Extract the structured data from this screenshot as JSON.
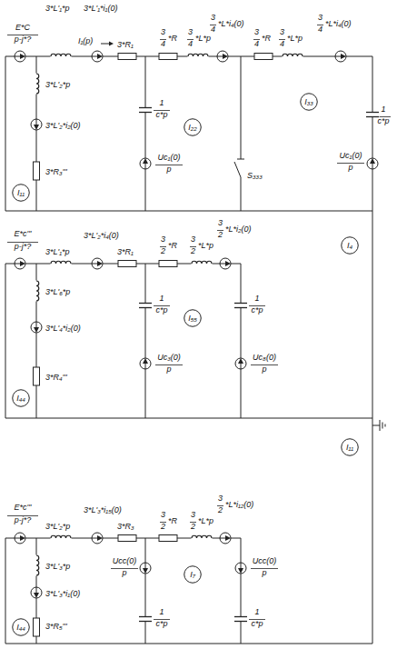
{
  "diagram": {
    "nodes": [
      {
        "text": [
          "I₃₃"
        ]
      },
      {
        "text": [
          "I₂₂"
        ]
      },
      {
        "text": [
          "I₁₁"
        ]
      },
      {
        "text": [
          "I₄"
        ]
      },
      {
        "text": [
          "I₅₅"
        ]
      },
      {
        "text": [
          "I₄₄"
        ]
      },
      {
        "text": [
          "I₁₁"
        ]
      },
      {
        "text": [
          "I₇"
        ]
      },
      {
        "text": [
          "I₄₄"
        ]
      }
    ],
    "labels": [
      "E*C",
      "p-j*?",
      "3*L'₁*p",
      "3*L'₁*i₁(0)",
      "I₁(p)",
      "3*R₁",
      "3",
      "4",
      "*R",
      "3",
      "4",
      "*L*p",
      "3",
      "4",
      "*L*i₄(0)",
      "3",
      "4",
      "*R",
      "3",
      "4",
      "*L*p",
      "3",
      "4",
      "*L*i₄(0)",
      "3*L'₂*p",
      "3*L'₂*i₂(0)",
      "3*R₃'''",
      "1",
      "c*p",
      "Uc₁(0)",
      "p",
      "S₃₃₃",
      "1",
      "c*p",
      "Uc₁(0)",
      "p",
      "E*c'''",
      "p-j*?",
      "3*L'₂*i₄(0)",
      "3*L'₁*p",
      "3*R₁",
      "3",
      "2",
      "*R",
      "3",
      "2",
      "*L*p",
      "3",
      "2",
      "*L*i₂(0)",
      "3*L'₆*p",
      "3*L'₄*i₂(0)",
      "3*R₄'''",
      "1",
      "c*p",
      "Uc₃(0)",
      "p",
      "1",
      "c*p",
      "Uc₈(0)",
      "p",
      "E*c'''",
      "p-j*?",
      "3*L'₃*i₁₅(0)",
      "3*L'₂*p",
      "3*R₃",
      "3",
      "2",
      "*R",
      "3",
      "2",
      "*L*p",
      "3",
      "2",
      "*L*i₁₂(0)",
      "3*L'₃*p",
      "3*L'₃*i₁(0)",
      "3*R₅'''",
      "Ucc(0)",
      "p",
      "1",
      "c*p",
      "Ucc(0)",
      "p",
      "1",
      "c*p"
    ]
  }
}
